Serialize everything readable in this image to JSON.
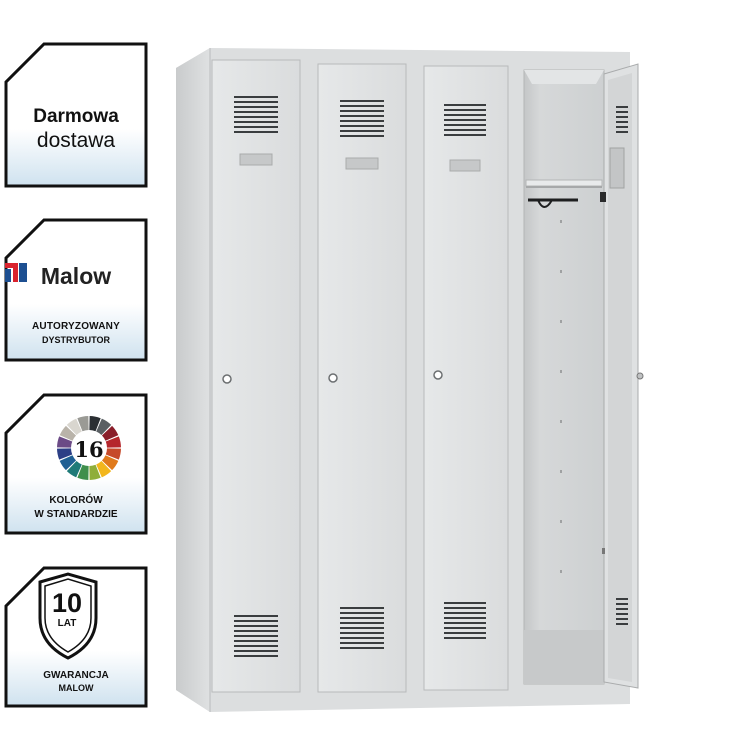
{
  "badges": {
    "delivery": {
      "line1": "Darmowa",
      "line2": "dostawa"
    },
    "brand": {
      "name": "Malow",
      "line1": "AUTORYZOWANY",
      "line2": "DYSTRYBUTOR",
      "logo_icon": "malow-logo-icon"
    },
    "colors": {
      "count": "16",
      "line1": "KOLORÓW",
      "line2": "W STANDARDZIE",
      "wheel_colors": [
        "#2b2f33",
        "#5a5f63",
        "#8a1e2a",
        "#b5262c",
        "#c64a2a",
        "#e07a1c",
        "#f2b61c",
        "#8fae3a",
        "#3f8f4c",
        "#1e7a78",
        "#1f5f93",
        "#2c3f86",
        "#6b4a86",
        "#b9b3a9",
        "#d9d6cf",
        "#9a9a95"
      ]
    },
    "warranty": {
      "years": "10",
      "unit": "LAT",
      "line1": "GWARANCJA",
      "line2": "MALOW",
      "shield_icon": "shield-icon"
    }
  },
  "product": {
    "doors_closed": 3,
    "doors_open": 1,
    "body_color": "#dcdedf",
    "door_color": "#e4e6e7",
    "interior_color": "#cfd1d2"
  }
}
